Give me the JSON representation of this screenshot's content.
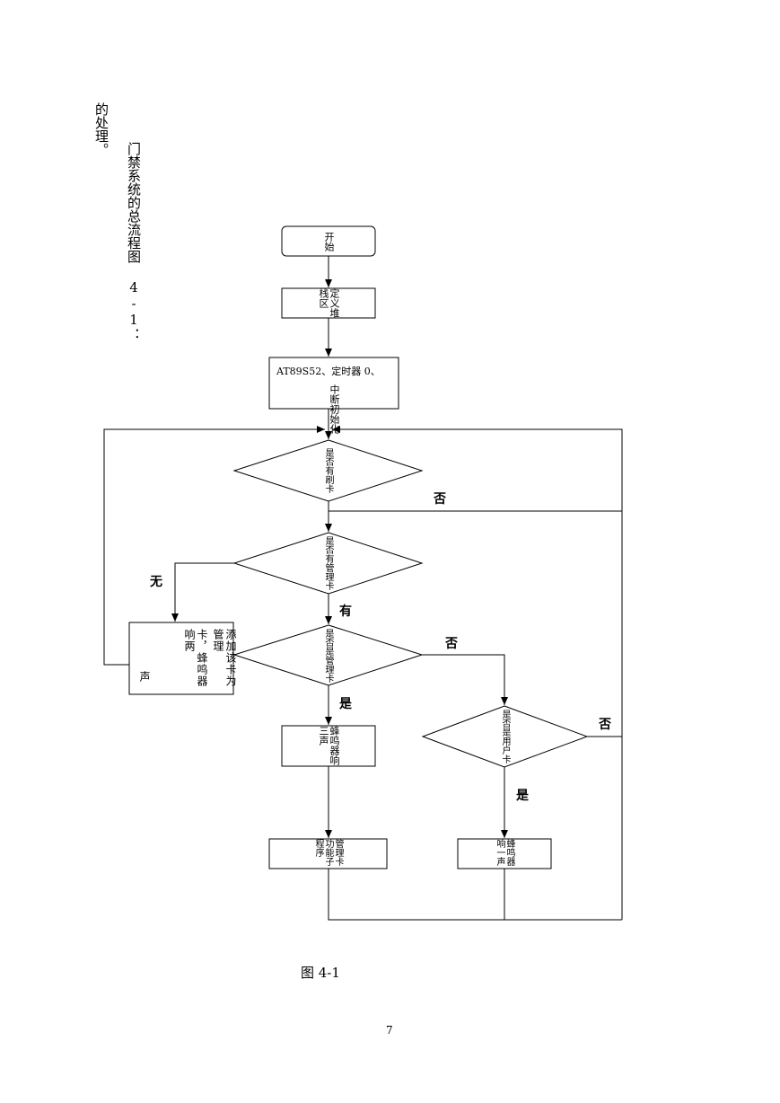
{
  "intro": {
    "line1": "的处理。",
    "line2": "门禁系统的总流程图 4-1："
  },
  "flowchart": {
    "start": "开始",
    "define_stack": "定义堆栈区",
    "init_line1": "AT89S52、定时器 0、",
    "init_line2": "中断初始化",
    "q_card": "是否有刷卡",
    "q_admin_exists": "是否有管理卡",
    "q_is_admin": "是否是管理卡",
    "q_is_user": "是否是用户卡",
    "add_admin_line1": "添加该卡为管理",
    "add_admin_line2": "卡，蜂鸣器响两",
    "add_admin_line3": "声",
    "beep_three": "蜂鸣器响三声",
    "admin_routine": "管理卡功能子程序",
    "beep_one": "蜂鸣器响一声",
    "label_no_card": "否",
    "label_none": "无",
    "label_has": "有",
    "label_not_admin": "否",
    "label_is_admin": "是",
    "label_not_user": "否",
    "label_is_user": "是"
  },
  "caption": "图 4-1",
  "page_number": "7"
}
